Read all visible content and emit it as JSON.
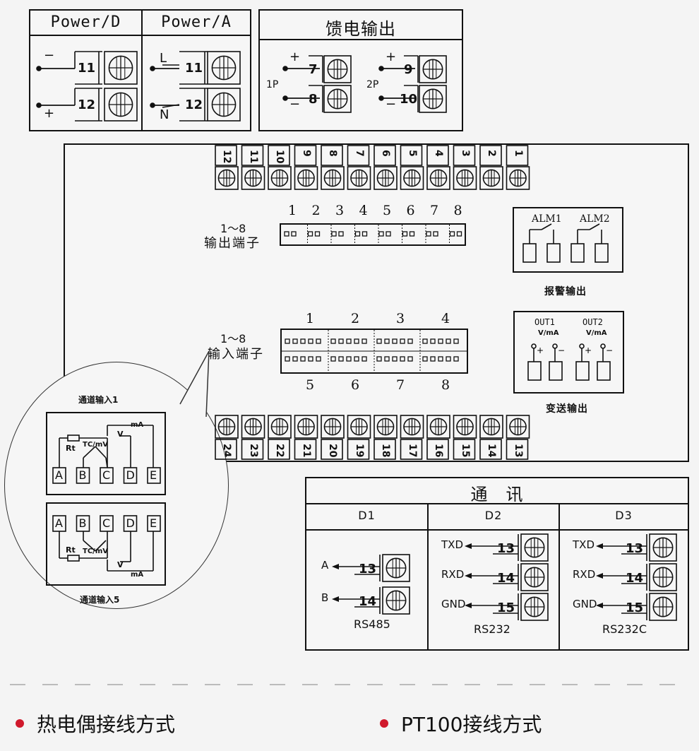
{
  "power": {
    "title_d": "Power/D",
    "title_a": "Power/A",
    "d_terms": [
      {
        "sign": "−",
        "num": "11"
      },
      {
        "sign": "+",
        "num": "12"
      }
    ],
    "a_terms": [
      {
        "sign": "L",
        "num": "11"
      },
      {
        "sign": "N",
        "num": "12"
      }
    ]
  },
  "feed": {
    "title": "馈电输出",
    "p1": "1P",
    "p2": "2P",
    "plus": "+",
    "minus": "−",
    "terms": [
      "7",
      "8",
      "9",
      "10"
    ]
  },
  "main": {
    "top_terminals": [
      "12",
      "11",
      "10",
      "9",
      "8",
      "7",
      "6",
      "5",
      "4",
      "3",
      "2",
      "1"
    ],
    "bottom_terminals": [
      "24",
      "23",
      "22",
      "21",
      "20",
      "19",
      "18",
      "17",
      "16",
      "15",
      "14",
      "13"
    ],
    "out_range": "1～8",
    "out_label": "输出端子",
    "out_nums": [
      "1",
      "2",
      "3",
      "4",
      "5",
      "6",
      "7",
      "8"
    ],
    "in_range": "1～8",
    "in_label": "输入端子",
    "in_nums_top": [
      "1",
      "2",
      "3",
      "4"
    ],
    "in_nums_bottom": [
      "5",
      "6",
      "7",
      "8"
    ],
    "alm1": "ALM1",
    "alm2": "ALM2",
    "alarm_label": "报警输出",
    "out1": "OUT1",
    "out2": "OUT2",
    "vma": "V/mA",
    "trans_label": "变送输出"
  },
  "zoom": {
    "ch1": "通道输入1",
    "ch5": "通道输入5",
    "letters": [
      "A",
      "B",
      "C",
      "D",
      "E"
    ],
    "rt": "Rt",
    "tcmv": "TC/mV",
    "v": "V",
    "ma": "mA",
    "plus": "+",
    "minus": "−"
  },
  "comm": {
    "title": "通　讯",
    "cols": [
      "D1",
      "D2",
      "D3"
    ],
    "d1": {
      "rows": [
        {
          "sig": "A",
          "num": "13"
        },
        {
          "sig": "B",
          "num": "14"
        }
      ],
      "name": "RS485"
    },
    "d2": {
      "rows": [
        {
          "sig": "TXD",
          "num": "13"
        },
        {
          "sig": "RXD",
          "num": "14"
        },
        {
          "sig": "GND",
          "num": "15"
        }
      ],
      "name": "RS232"
    },
    "d3": {
      "rows": [
        {
          "sig": "TXD",
          "num": "13"
        },
        {
          "sig": "RXD",
          "num": "14"
        },
        {
          "sig": "GND",
          "num": "15"
        }
      ],
      "name": "RS232C"
    }
  },
  "footer": {
    "left": "热电偶接线方式",
    "right": "PT100接线方式",
    "accent": "#d0192c"
  }
}
